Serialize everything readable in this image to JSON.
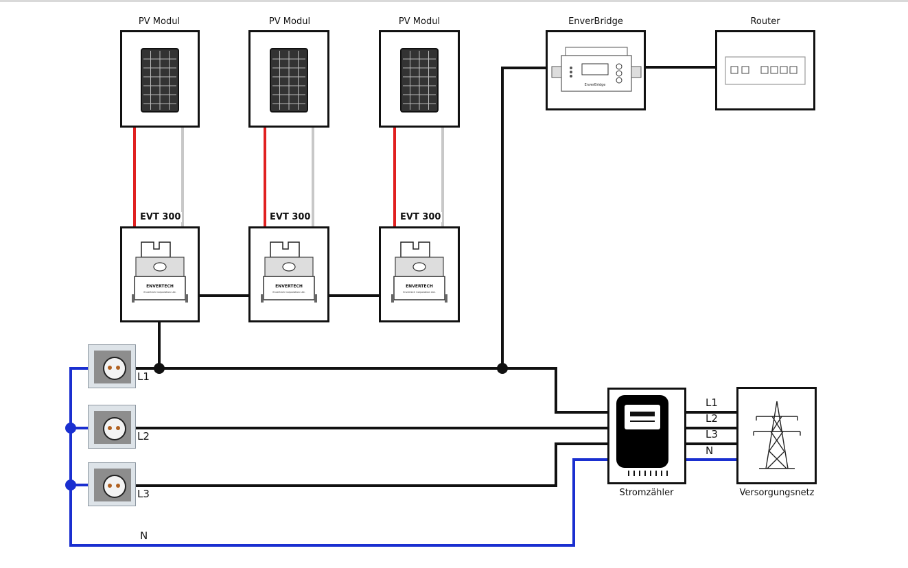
{
  "pv_modules": [
    {
      "label": "PV Modul"
    },
    {
      "label": "PV Modul"
    },
    {
      "label": "PV Modul"
    }
  ],
  "inverters": [
    {
      "label": "EVT 300",
      "brand": "ENVERTECH",
      "subtitle": "Envertech Corporation Ltd."
    },
    {
      "label": "EVT 300",
      "brand": "ENVERTECH",
      "subtitle": "Envertech Corporation Ltd."
    },
    {
      "label": "EVT 300",
      "brand": "ENVERTECH",
      "subtitle": "Envertech Corporation Ltd."
    }
  ],
  "enverbridge": {
    "label": "EnverBridge",
    "device_text": "EnverBridge"
  },
  "router": {
    "label": "Router"
  },
  "meter": {
    "label": "Stromzähler"
  },
  "grid": {
    "label": "Versorgungsnetz"
  },
  "sockets": [
    {
      "phase": "L1"
    },
    {
      "phase": "L2"
    },
    {
      "phase": "L3"
    }
  ],
  "neutral_label": "N",
  "meter_grid_lines": [
    "L1",
    "L2",
    "L3",
    "N"
  ],
  "colors": {
    "dc_positive": "#e02020",
    "dc_negative": "#c8c8c8",
    "phase": "#111111",
    "neutral": "#1a2fd0"
  }
}
